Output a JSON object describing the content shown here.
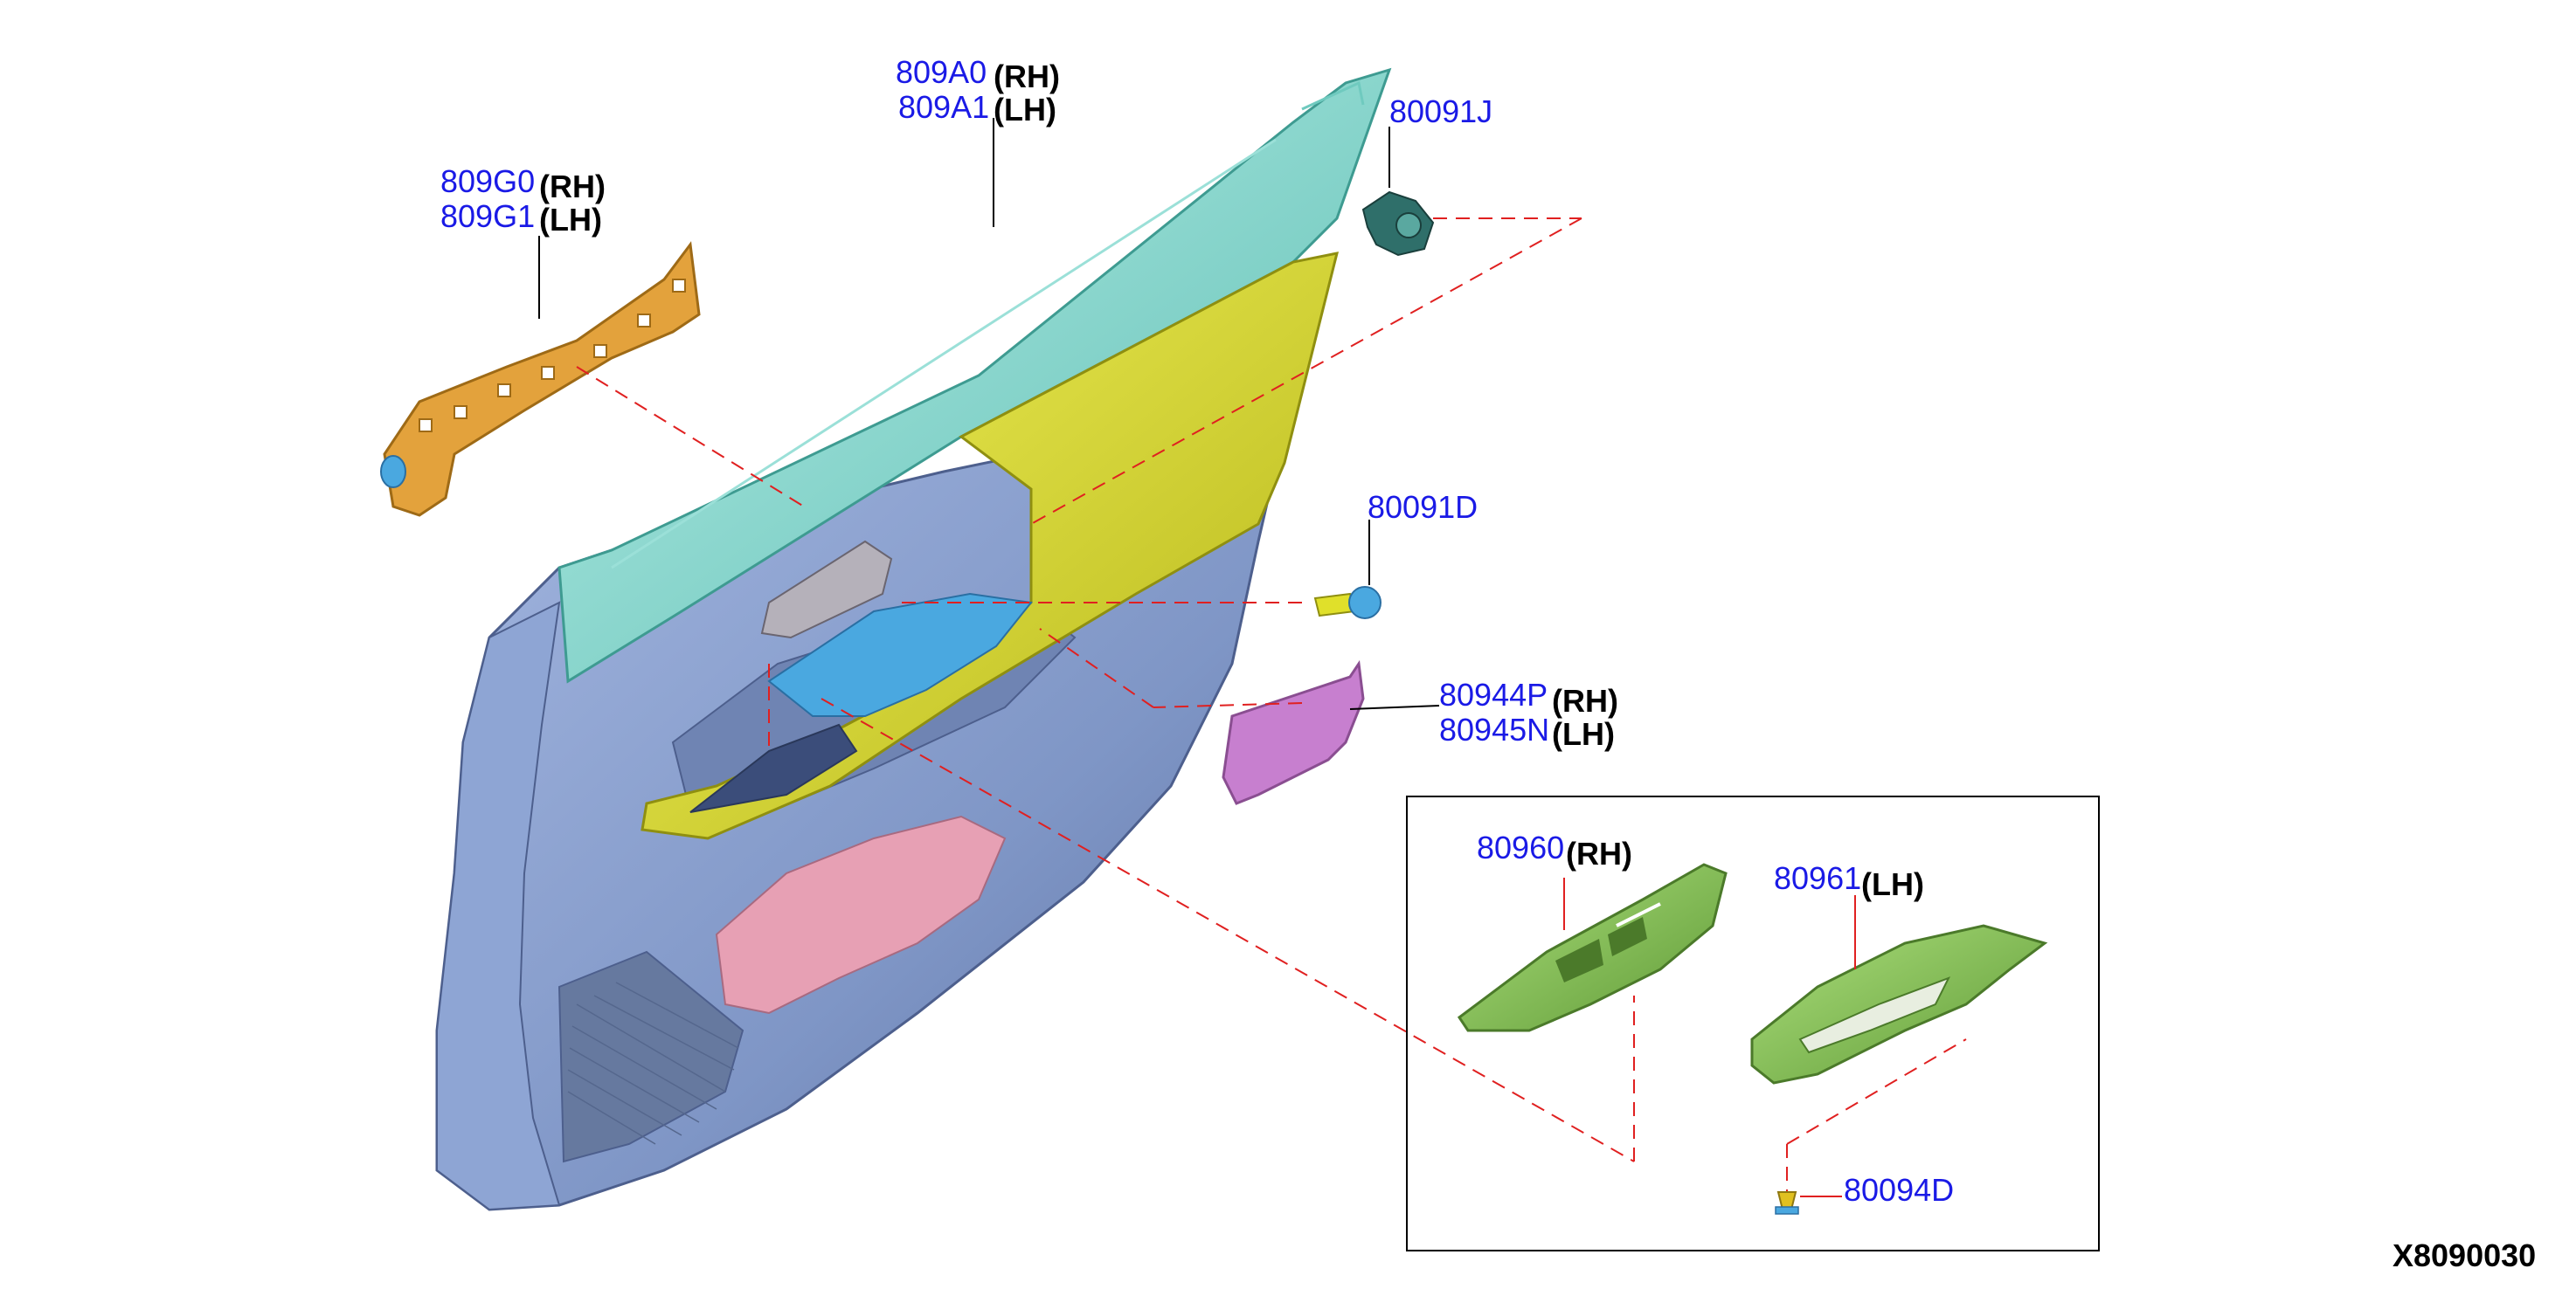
{
  "callouts": {
    "trim_upper": {
      "rh_part": "809A0",
      "rh_side": "(RH)",
      "lh_part": "809A1",
      "lh_side": "(LH)"
    },
    "bracket": {
      "rh_part": "809G0",
      "rh_side": "(RH)",
      "lh_part": "809G1",
      "lh_side": "(LH)"
    },
    "clip_top": {
      "part": "80091J"
    },
    "clip_mid": {
      "part": "80091D"
    },
    "pocket": {
      "rh_part": "80944P",
      "rh_side": "(RH)",
      "lh_part": "80945N",
      "lh_side": "(LH)"
    },
    "finisher_rh": {
      "part": "80960",
      "side": "(RH)"
    },
    "finisher_lh": {
      "part": "80961",
      "side": "(LH)"
    },
    "screw": {
      "part": "80094D"
    }
  },
  "diagram_code": "X8090030",
  "colors": {
    "part_number": "#1a1ae6",
    "side_label": "#000000",
    "dashed_line": "#e02020",
    "door_panel": "#7f96c6",
    "trim_upper": "#7fd6cc",
    "armrest": "#e0e02a",
    "bracket": "#e3a23c",
    "pocket": "#c77fcf",
    "finisher": "#8ccf5a",
    "map_pocket": "#e7a0b4",
    "clip": "#4aa8e0"
  }
}
